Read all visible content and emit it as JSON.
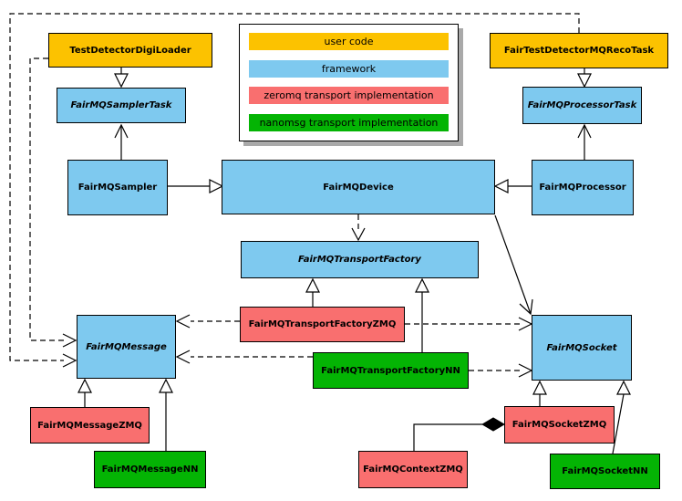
{
  "colors": {
    "user": "#FCC200",
    "framework": "#7EC9EF",
    "zeromq": "#F96F6F",
    "nanomsg": "#04B404",
    "edge": "#000000",
    "shadow": "#A9A9A9",
    "background": "#FFFFFF"
  },
  "legend": {
    "items": [
      {
        "label": "user code",
        "type": "user",
        "color": "#FCC200"
      },
      {
        "label": "framework",
        "type": "framework",
        "color": "#7EC9EF"
      },
      {
        "label": "zeromq transport implementation",
        "type": "zeromq",
        "color": "#F96F6F"
      },
      {
        "label": "nanomsg transport implementation",
        "type": "nanomsg",
        "color": "#04B404"
      }
    ]
  },
  "nodes": {
    "testDetectorDigiLoader": {
      "label": "TestDetectorDigiLoader",
      "type": "user",
      "abstract": false
    },
    "fairTestDetectorMQRecoTask": {
      "label": "FairTestDetectorMQRecoTask",
      "type": "user",
      "abstract": false
    },
    "fairMQSamplerTask": {
      "label": "FairMQSamplerTask",
      "type": "framework",
      "abstract": true
    },
    "fairMQProcessorTask": {
      "label": "FairMQProcessorTask",
      "type": "framework",
      "abstract": true
    },
    "fairMQSampler": {
      "label": "FairMQSampler",
      "type": "framework",
      "abstract": false
    },
    "fairMQDevice": {
      "label": "FairMQDevice",
      "type": "framework",
      "abstract": false
    },
    "fairMQProcessor": {
      "label": "FairMQProcessor",
      "type": "framework",
      "abstract": false
    },
    "fairMQTransportFactory": {
      "label": "FairMQTransportFactory",
      "type": "framework",
      "abstract": true
    },
    "fairMQTransportFactoryZMQ": {
      "label": "FairMQTransportFactoryZMQ",
      "type": "zeromq",
      "abstract": false
    },
    "fairMQTransportFactoryNN": {
      "label": "FairMQTransportFactoryNN",
      "type": "nanomsg",
      "abstract": false
    },
    "fairMQMessage": {
      "label": "FairMQMessage",
      "type": "framework",
      "abstract": true
    },
    "fairMQSocket": {
      "label": "FairMQSocket",
      "type": "framework",
      "abstract": true
    },
    "fairMQMessageZMQ": {
      "label": "FairMQMessageZMQ",
      "type": "zeromq",
      "abstract": false
    },
    "fairMQMessageNN": {
      "label": "FairMQMessageNN",
      "type": "nanomsg",
      "abstract": false
    },
    "fairMQContextZMQ": {
      "label": "FairMQContextZMQ",
      "type": "zeromq",
      "abstract": false
    },
    "fairMQSocketZMQ": {
      "label": "FairMQSocketZMQ",
      "type": "zeromq",
      "abstract": false
    },
    "fairMQSocketNN": {
      "label": "FairMQSocketNN",
      "type": "nanomsg",
      "abstract": false
    }
  }
}
